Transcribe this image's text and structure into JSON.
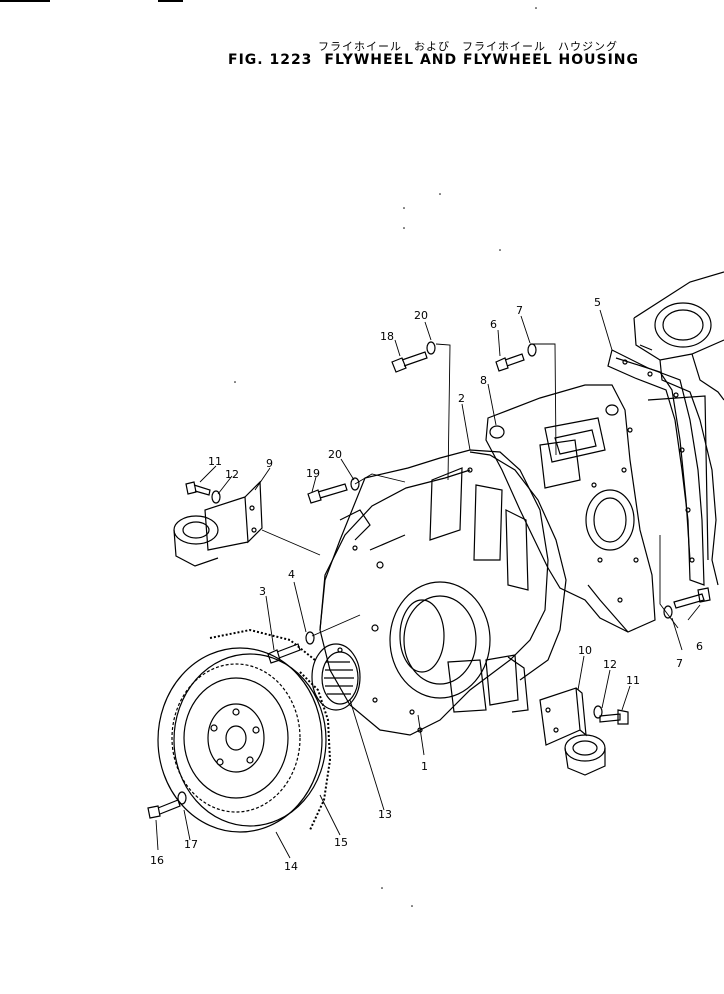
{
  "header": {
    "title_ja": "フライホイール　および　フライホイール　ハウジング",
    "fig_number": "FIG. 1223",
    "title_en": "FLYWHEEL AND FLYWHEEL HOUSING"
  },
  "callouts": [
    "1",
    "2",
    "3",
    "4",
    "5",
    "6",
    "7",
    "8",
    "9",
    "10",
    "11",
    "12",
    "13",
    "14",
    "15",
    "16",
    "17",
    "18",
    "19",
    "20"
  ]
}
